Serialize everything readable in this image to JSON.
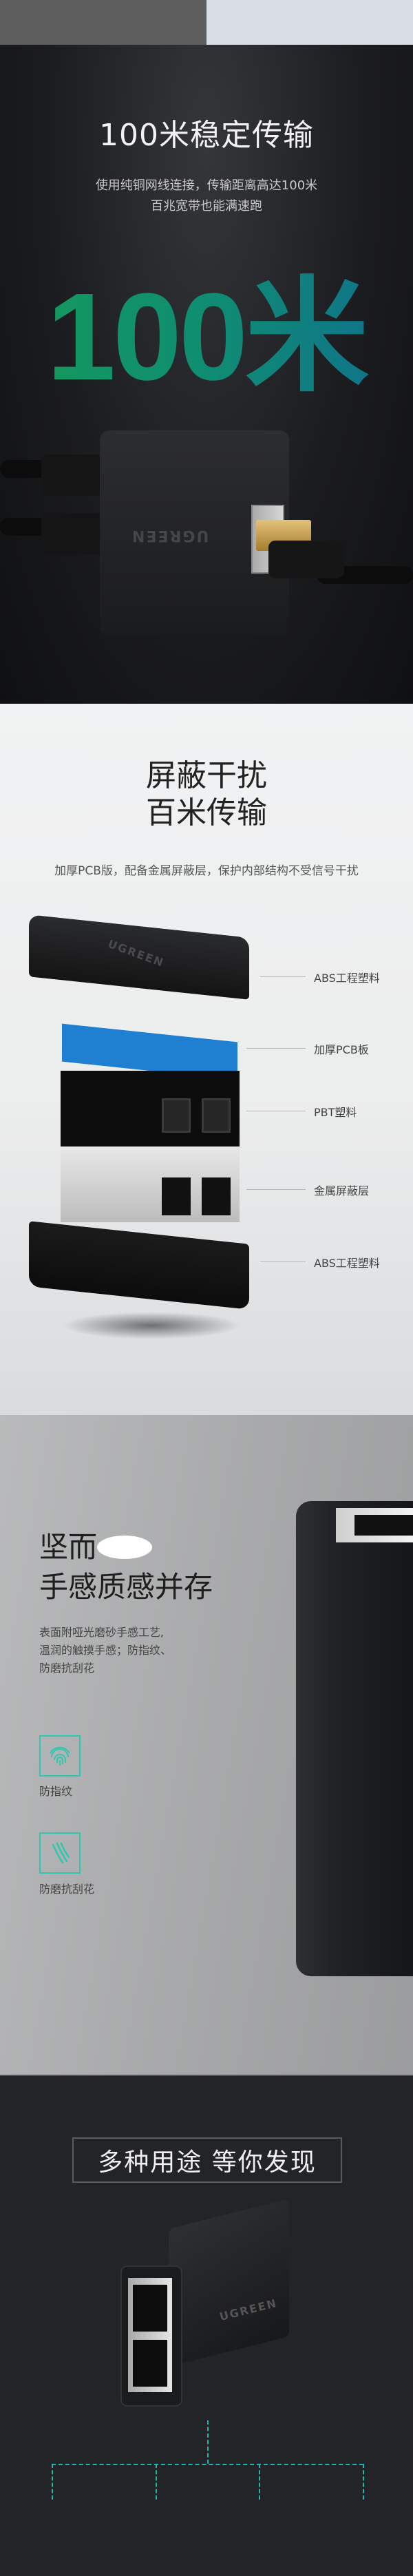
{
  "section_speed": {
    "title": "100米稳定传输",
    "subtitle_lines": [
      "使用纯铜网线连接，传输距离高达100米",
      "百兆宽带也能满速跑"
    ],
    "big_text": "100米",
    "brand": "UGREEN"
  },
  "section_shield": {
    "title_lines": [
      "屏蔽干扰",
      "百米传输"
    ],
    "subtitle": "加厚PCB版，配备金属屏蔽层，保护内部结构不受信号干扰",
    "layers": [
      "ABS工程塑料",
      "加厚PCB板",
      "PBT塑料",
      "金属屏蔽层",
      "ABS工程塑料"
    ],
    "brand": "UGREEN"
  },
  "section_texture": {
    "title_line1_visible": "坚而",
    "title_line2": "手感质感并存",
    "body_lines": [
      "表面附哑光磨砂手感工艺,",
      "温润的触摸手感；防指纹、",
      "防磨抗刮花"
    ],
    "features": [
      {
        "icon": "fingerprint-icon",
        "label": "防指纹"
      },
      {
        "icon": "scratch-icon",
        "label": "防磨抗刮花"
      }
    ]
  },
  "section_uses": {
    "title": "多种用途 等你发现",
    "brand": "UGREEN",
    "accent": "#1fb6b0"
  }
}
